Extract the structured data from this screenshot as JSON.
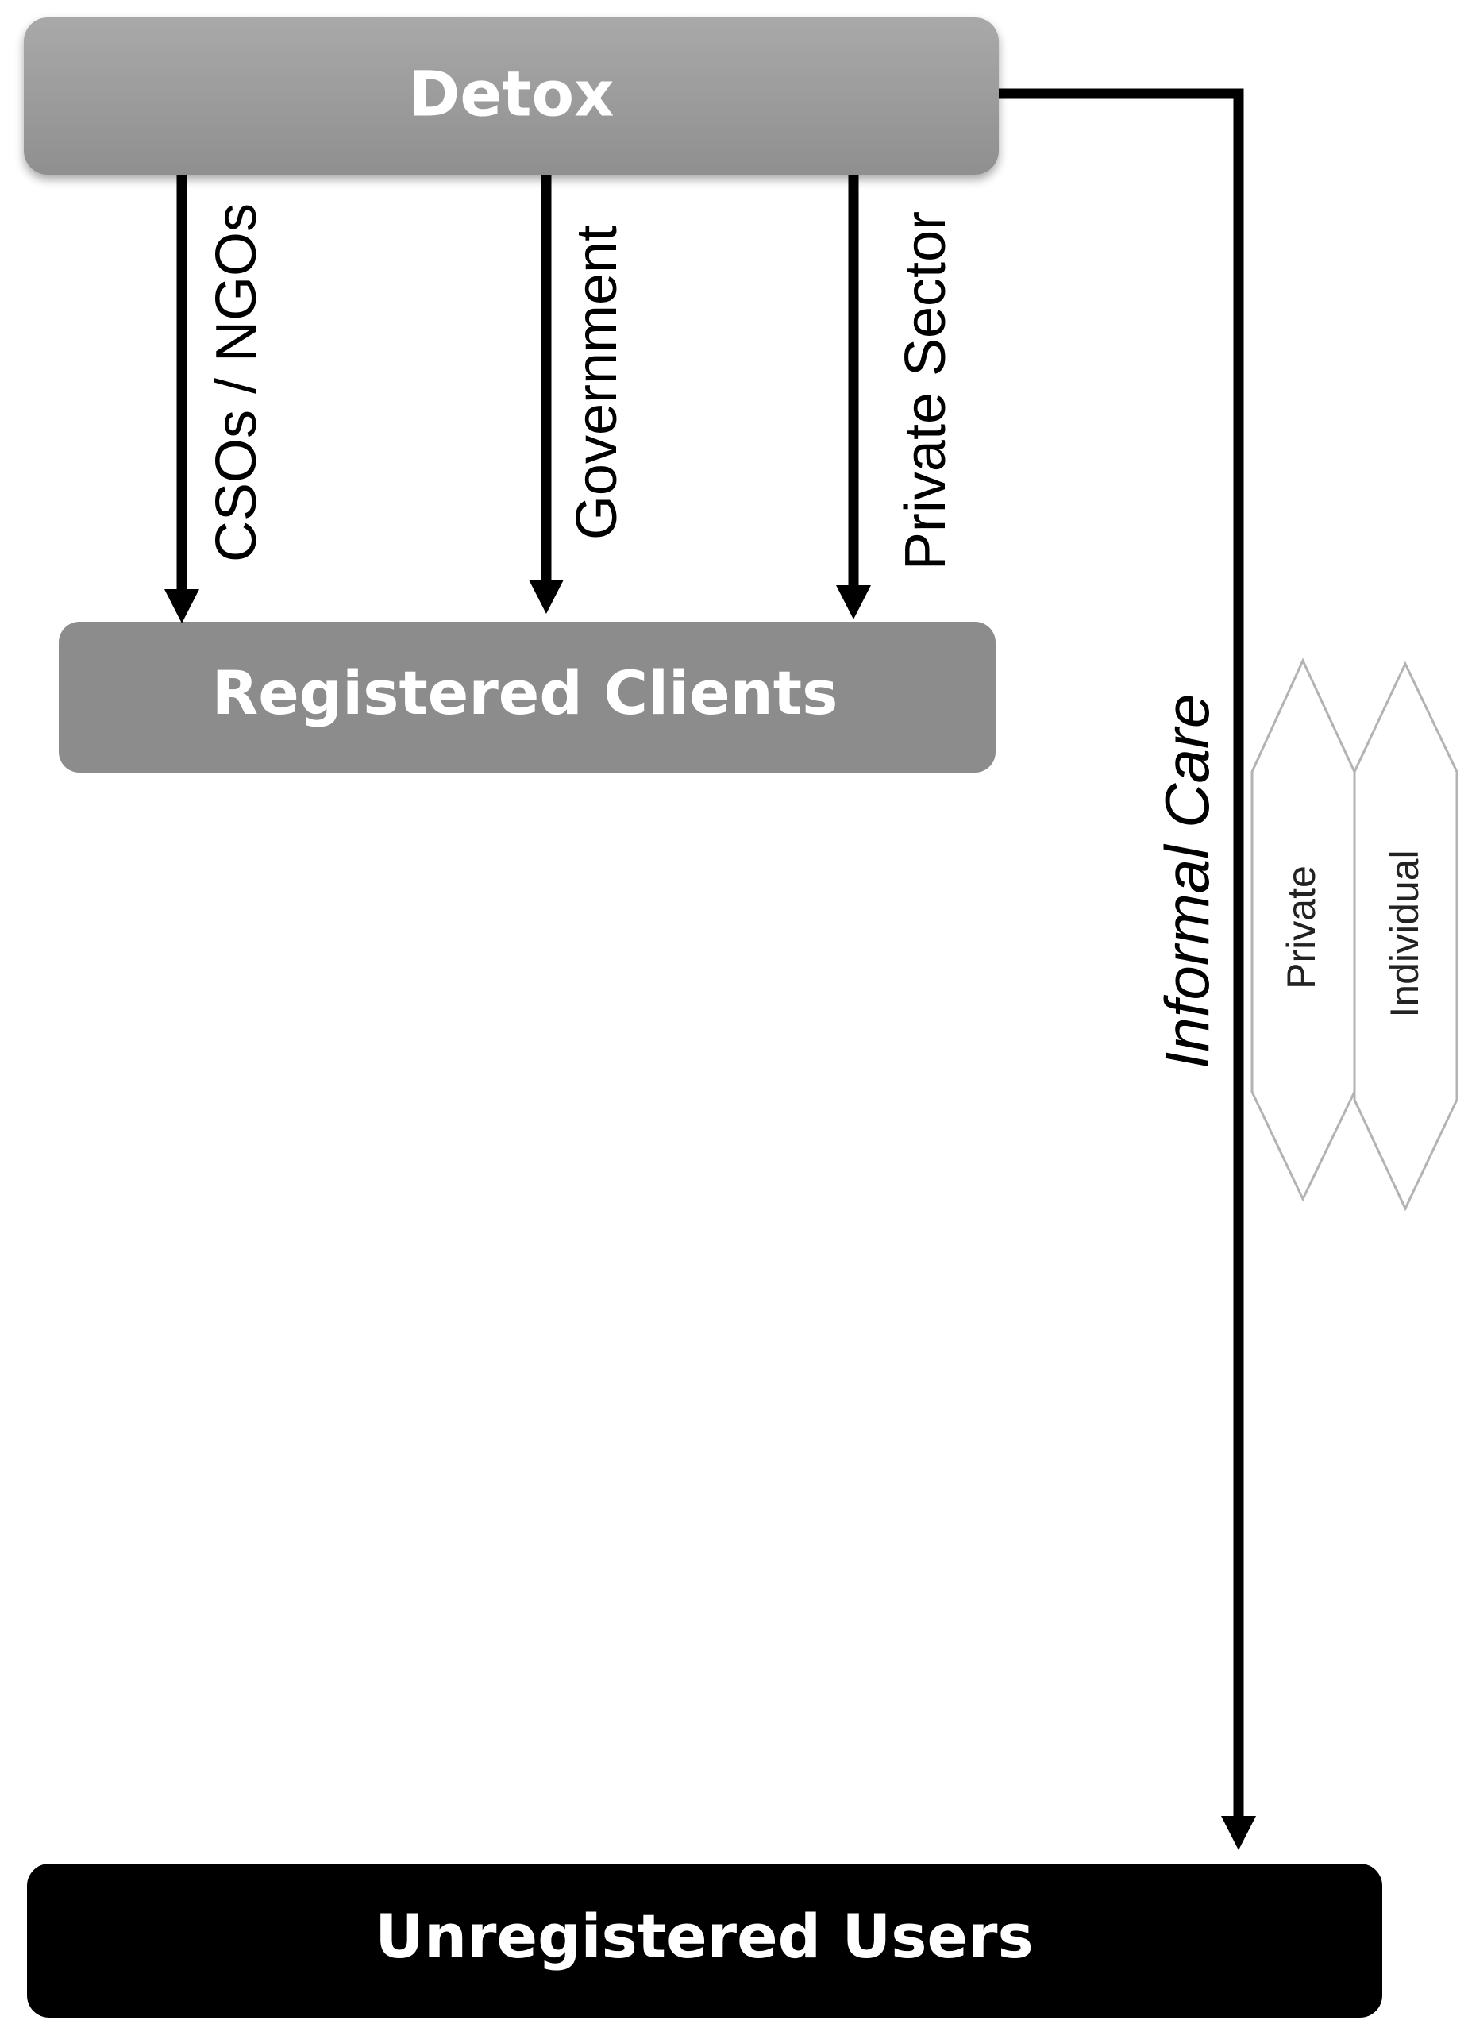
{
  "nodes": {
    "detox": {
      "label": "Detox",
      "color": "#a6a6a6"
    },
    "registered": {
      "label": "Registered Clients",
      "color": "#8c8c8c"
    },
    "unregistered": {
      "label": "Unregistered Users",
      "color": "#000000"
    }
  },
  "edges": {
    "csos": {
      "label": "CSOs / NGOs"
    },
    "government": {
      "label": "Government"
    },
    "private_sector": {
      "label": "Private Sector"
    },
    "informal": {
      "label": "Informal Care"
    }
  },
  "informal_types": {
    "private": {
      "label": "Private"
    },
    "individual": {
      "label": "Individual"
    }
  }
}
